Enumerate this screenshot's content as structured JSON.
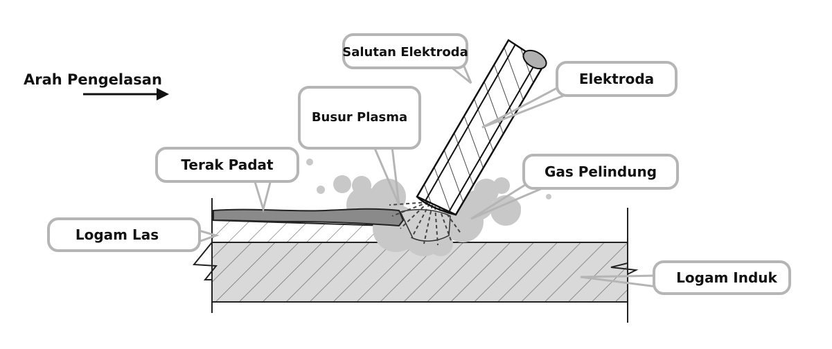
{
  "labels": {
    "direction": "Arah Pengelasan",
    "coating": "Salutan Elektroda",
    "electrode": "Elektroda",
    "arc": "Busur Plasma",
    "slag": "Terak Padat",
    "shield_gas": "Gas Pelindung",
    "weld_metal": "Logam Las",
    "base_metal": "Logam Induk"
  },
  "colors": {
    "ink": "#111111",
    "callout_border": "#b5b5b5",
    "base_fill": "#d9d9d9",
    "slag_fill": "#8a8a8a",
    "gas_fill": "#c8c8c8"
  }
}
